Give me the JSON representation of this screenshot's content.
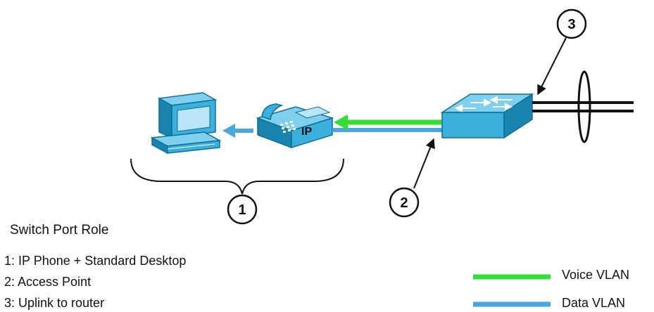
{
  "callouts": {
    "one": "1",
    "two": "2",
    "three": "3"
  },
  "phone_label": "IP",
  "roles": {
    "title": "Switch Port Role",
    "items": [
      "1: IP Phone + Standard Desktop",
      "2: Access Point",
      "3: Uplink to router"
    ]
  },
  "legend": {
    "voice": {
      "label": "Voice VLAN",
      "color": "#33dd33"
    },
    "data": {
      "label": "Data VLAN",
      "color": "#4aa6de"
    }
  },
  "colors": {
    "device": "#3bb0dc",
    "device_dark": "#1a84b0"
  }
}
